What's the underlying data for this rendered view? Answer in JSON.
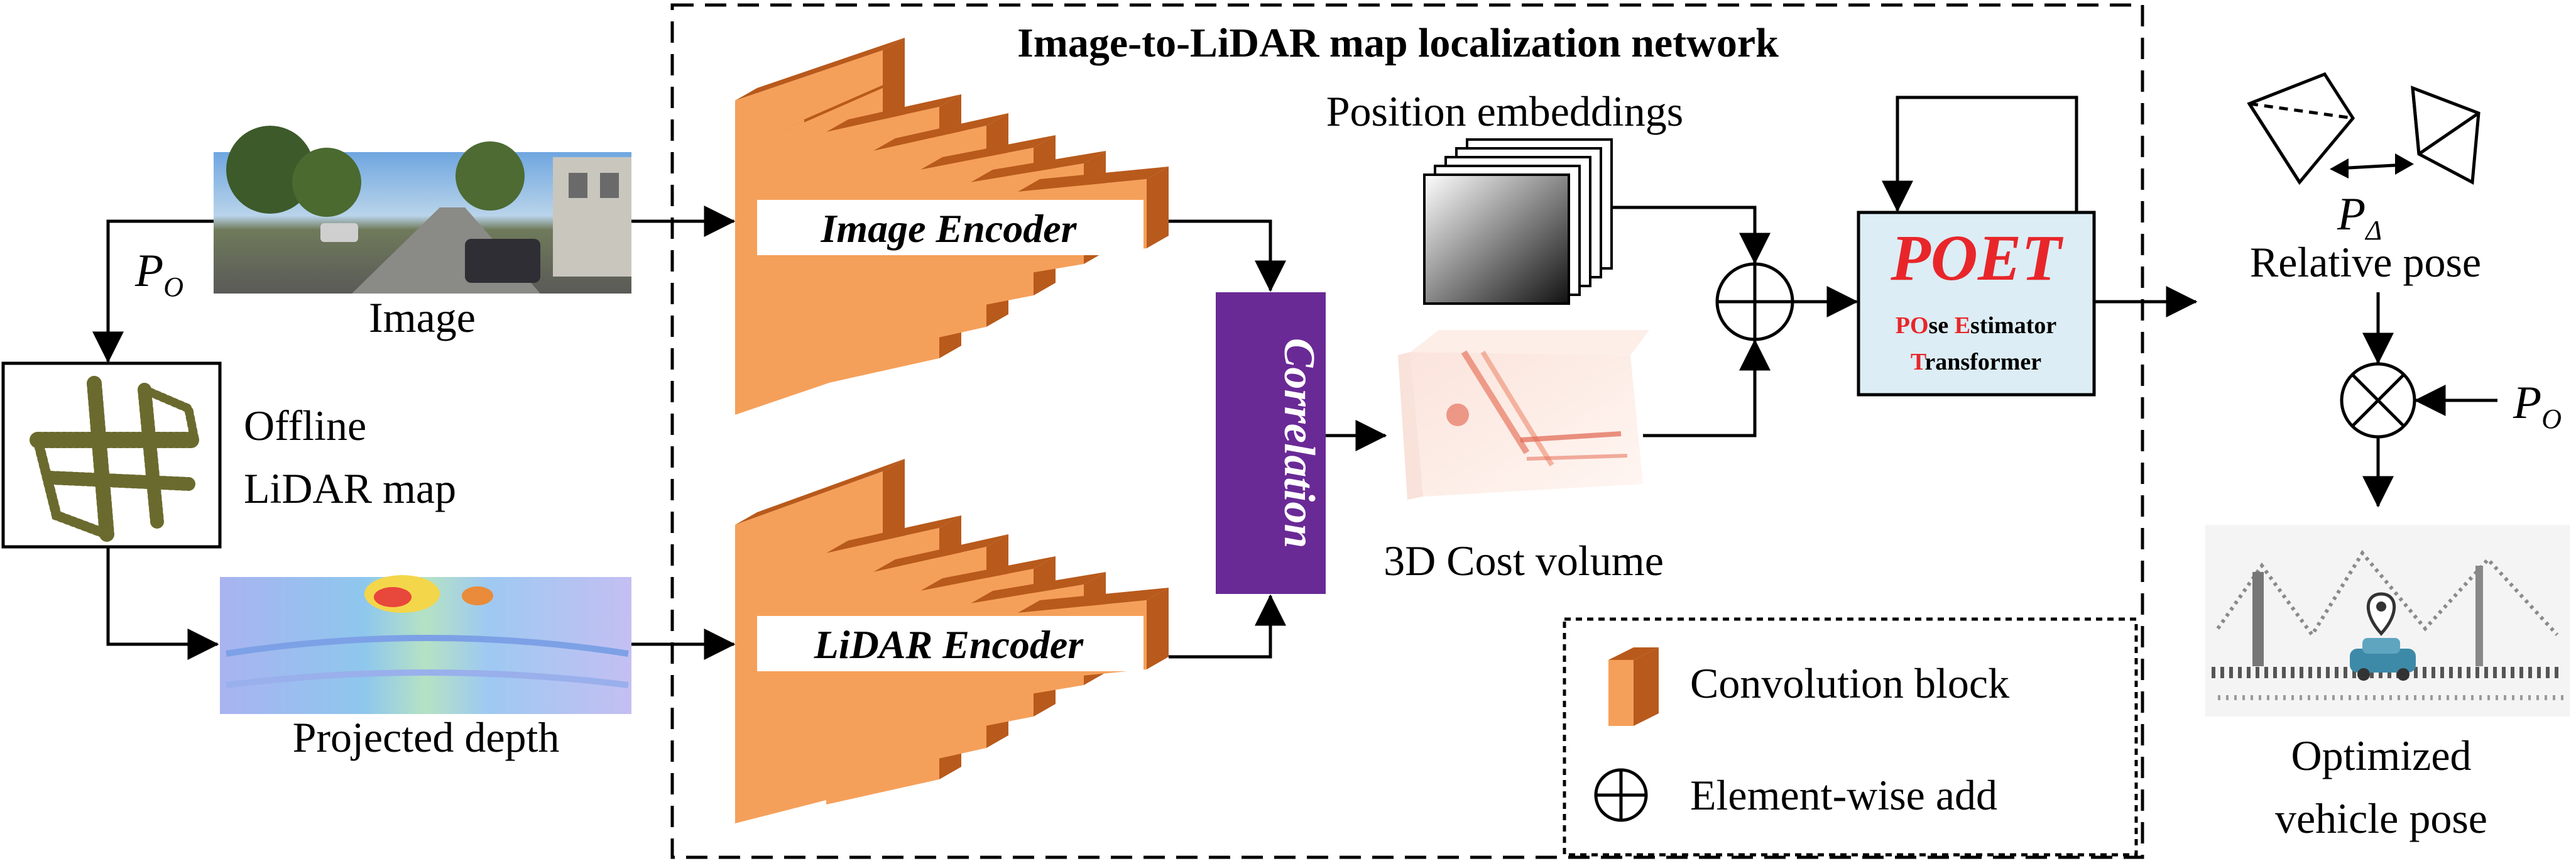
{
  "title": "Image-to-LiDAR map localization network",
  "inputs": {
    "image_label": "Image",
    "map_label_line1": "Offline",
    "map_label_line2": "LiDAR map",
    "depth_label": "Projected depth",
    "initial_pose_symbol": "P",
    "initial_pose_subscript": "O"
  },
  "encoders": {
    "image": "Image Encoder",
    "lidar": "LiDAR Encoder"
  },
  "correlation_label": "Correlation",
  "position_embeddings_label": "Position embeddings",
  "cost_volume_label": "3D Cost volume",
  "poet": {
    "title": "POET",
    "line1_accent1": "PO",
    "line1_rest1": "se ",
    "line1_accent2": "E",
    "line1_rest2": "stimator",
    "line2_accent": "T",
    "line2_rest": "ransformer"
  },
  "output": {
    "delta_symbol": "P",
    "delta_subscript": "Δ",
    "relative_pose_label": "Relative pose",
    "initial_pose_symbol": "P",
    "initial_pose_subscript": "O",
    "optimized_line1": "Optimized",
    "optimized_line2": "vehicle pose"
  },
  "legend": {
    "conv_block": "Convolution block",
    "elementwise_add": "Element-wise add"
  },
  "colors": {
    "conv_front": "#f5a05a",
    "conv_side": "#b85a1c",
    "correlation": "#6a2a96",
    "poet_fill": "#dcedf5",
    "accent_red": "#e8262a"
  }
}
